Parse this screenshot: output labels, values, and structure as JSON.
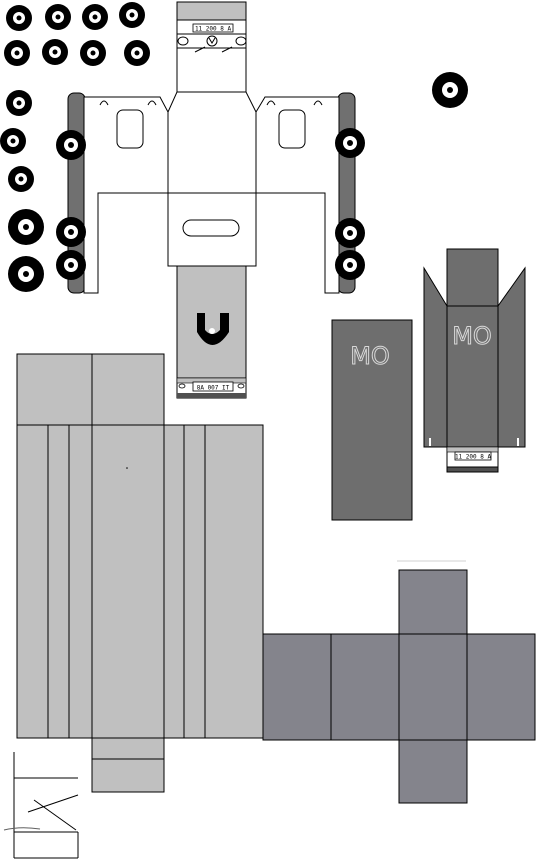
{
  "sheet": {
    "truck_plate_top": "11 200 8 A",
    "truck_plate_rear": "8A 007 IT",
    "cargo_plate": "11 200 8 A",
    "cargo_logo": "MO",
    "side_panel_logo": "MO"
  },
  "colors": {
    "outline": "#000000",
    "light_gray": "#c0c0c0",
    "mid_gray": "#808080",
    "dark_gray": "#6e6e6e",
    "box_gray": "#84848c",
    "rail_gray": "#707070",
    "logo": "#d8d8d8"
  }
}
